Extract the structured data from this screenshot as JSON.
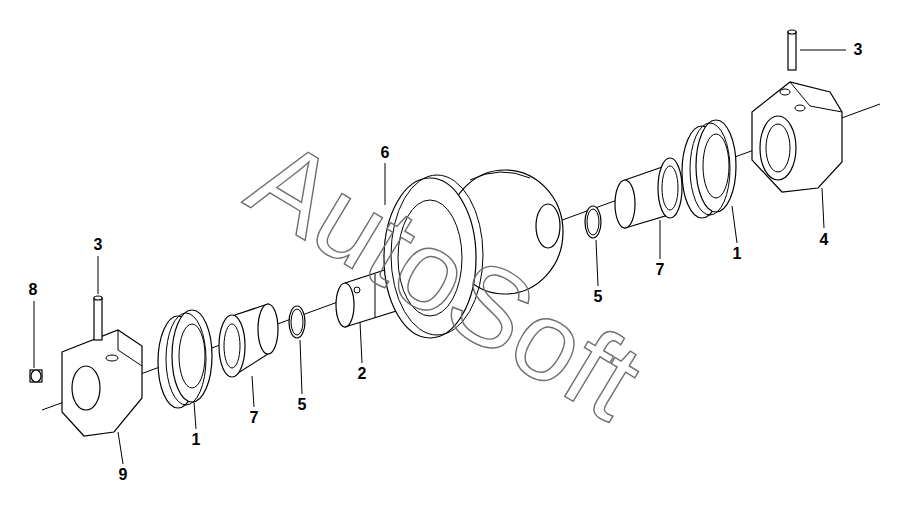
{
  "diagram": {
    "labels": [
      "3",
      "6",
      "8",
      "3",
      "5",
      "7",
      "1",
      "4",
      "2",
      "5",
      "7",
      "1",
      "9",
      "AutoSoft"
    ]
  }
}
